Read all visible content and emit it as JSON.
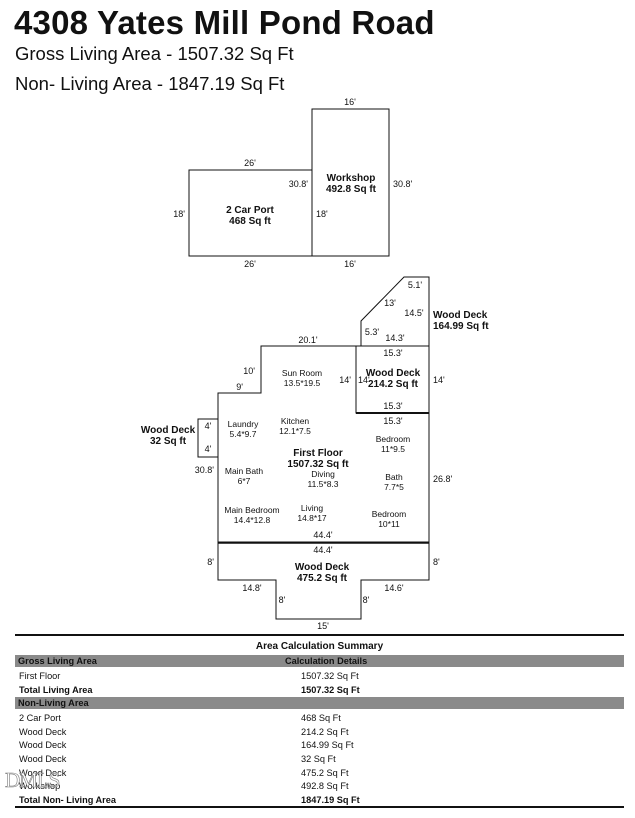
{
  "header": {
    "address": "4308 Yates Mill Pond Road",
    "gross_living": "Gross Living Area - 1507.32 Sq Ft",
    "non_living": "Non- Living Area - 1847.19 Sq Ft"
  },
  "plan": {
    "carport": {
      "name": "2 Car Port",
      "area": "468 Sq ft"
    },
    "workshop": {
      "name": "Workshop",
      "area": "492.8 Sq ft"
    },
    "deck_ne": {
      "name": "Wood Deck",
      "area": "164.99 Sq ft"
    },
    "deck_mid": {
      "name": "Wood Deck",
      "area": "214.2 Sq ft"
    },
    "deck_w": {
      "name": "Wood Deck",
      "area": "32 Sq ft"
    },
    "deck_s": {
      "name": "Wood Deck",
      "area": "475.2 Sq ft"
    },
    "first_floor": {
      "name": "First Floor",
      "area": "1507.32 Sq ft"
    },
    "rooms": {
      "sun_room": {
        "name": "Sun Room",
        "dims": "13.5*19.5"
      },
      "laundry": {
        "name": "Laundry",
        "dims": "5.4*9.7"
      },
      "kitchen": {
        "name": "Kitchen",
        "dims": "12.1*7.5"
      },
      "bedroom1": {
        "name": "Bedroom",
        "dims": "11*9.5"
      },
      "main_bath": {
        "name": "Main Bath",
        "dims": "6*7"
      },
      "dining": {
        "name": "Diving",
        "dims": "11.5*8.3"
      },
      "bath": {
        "name": "Bath",
        "dims": "7.7*5"
      },
      "main_bedroom": {
        "name": "Main Bedroom",
        "dims": "14.4*12.8"
      },
      "living": {
        "name": "Living",
        "dims": "14.8*17"
      },
      "bedroom2": {
        "name": "Bedroom",
        "dims": "10*11"
      }
    },
    "dims": {
      "ws_top": "16'",
      "ws_right": "30.8'",
      "ws_left": "30.8'",
      "ws_bottom": "16'",
      "cp_top": "26'",
      "cp_left": "18'",
      "cp_right": "18'",
      "cp_bottom": "26'",
      "dk_top": "5.1'",
      "dk_diag": "13'",
      "dk_right": "14.5'",
      "dk_left": "5.3'",
      "dk_bottom": "14.3'",
      "dm_top": "15.3'",
      "dm_left": "14'",
      "dm_left2": "14'",
      "dm_right": "14'",
      "dm_bottom": "15.3'",
      "ff_top": "20.1'",
      "ff_step_v": "10'",
      "ff_step_v2": "9'",
      "ff_right_top": "15.3'",
      "ff_left": "30.8'",
      "ff_right": "26.8'",
      "ff_bottom": "44.4'",
      "dw_top": "4'",
      "dw_bottom": "4'",
      "ds_top": "44.4'",
      "ds_left": "8'",
      "ds_right": "8'",
      "ds_bl": "14.8'",
      "ds_br": "14.6'",
      "ds_step_l": "8'",
      "ds_step_r": "8'",
      "ds_bottom": "15'"
    }
  },
  "summary": {
    "title": "Area Calculation Summary",
    "gross_header": "Gross Living Area",
    "calc_header": "Calculation Details",
    "living_rows": [
      {
        "label": "First Floor",
        "value": "1507.32 Sq Ft"
      },
      {
        "label": "Total Living Area",
        "value": "1507.32 Sq Ft"
      }
    ],
    "non_header": "Non-Living Area",
    "non_rows": [
      {
        "label": "2 Car Port",
        "value": "468 Sq Ft"
      },
      {
        "label": "Wood Deck",
        "value": "214.2 Sq Ft"
      },
      {
        "label": "Wood Deck",
        "value": "164.99 Sq Ft"
      },
      {
        "label": "Wood Deck",
        "value": "32 Sq Ft"
      },
      {
        "label": "Wood Deck",
        "value": "475.2 Sq Ft"
      },
      {
        "label": "Workshop",
        "value": "492.8 Sq Ft"
      },
      {
        "label": "Total Non- Living Area",
        "value": "1847.19 Sq Ft"
      }
    ]
  },
  "watermark": "DMLS"
}
